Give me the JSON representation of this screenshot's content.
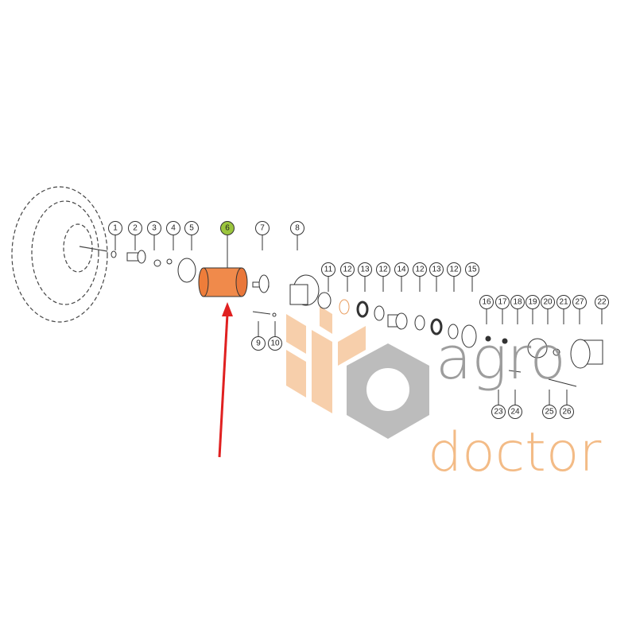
{
  "diagram": {
    "highlighted_part": "6",
    "callouts": [
      "1",
      "2",
      "3",
      "4",
      "5",
      "6",
      "7",
      "8",
      "9",
      "10",
      "11",
      "12",
      "13",
      "12",
      "14",
      "12",
      "13",
      "12",
      "15",
      "16",
      "17",
      "18",
      "19",
      "20",
      "21",
      "27",
      "22",
      "23",
      "24",
      "25",
      "26"
    ]
  },
  "watermark": {
    "line1": "agro",
    "line2": "doctor"
  },
  "colors": {
    "highlight": "#f08a4b",
    "callout_active": "#9bc53d",
    "arrow": "#e02020",
    "logo_gray": "#8d8d8d",
    "logo_orange": "#f2b47a"
  }
}
